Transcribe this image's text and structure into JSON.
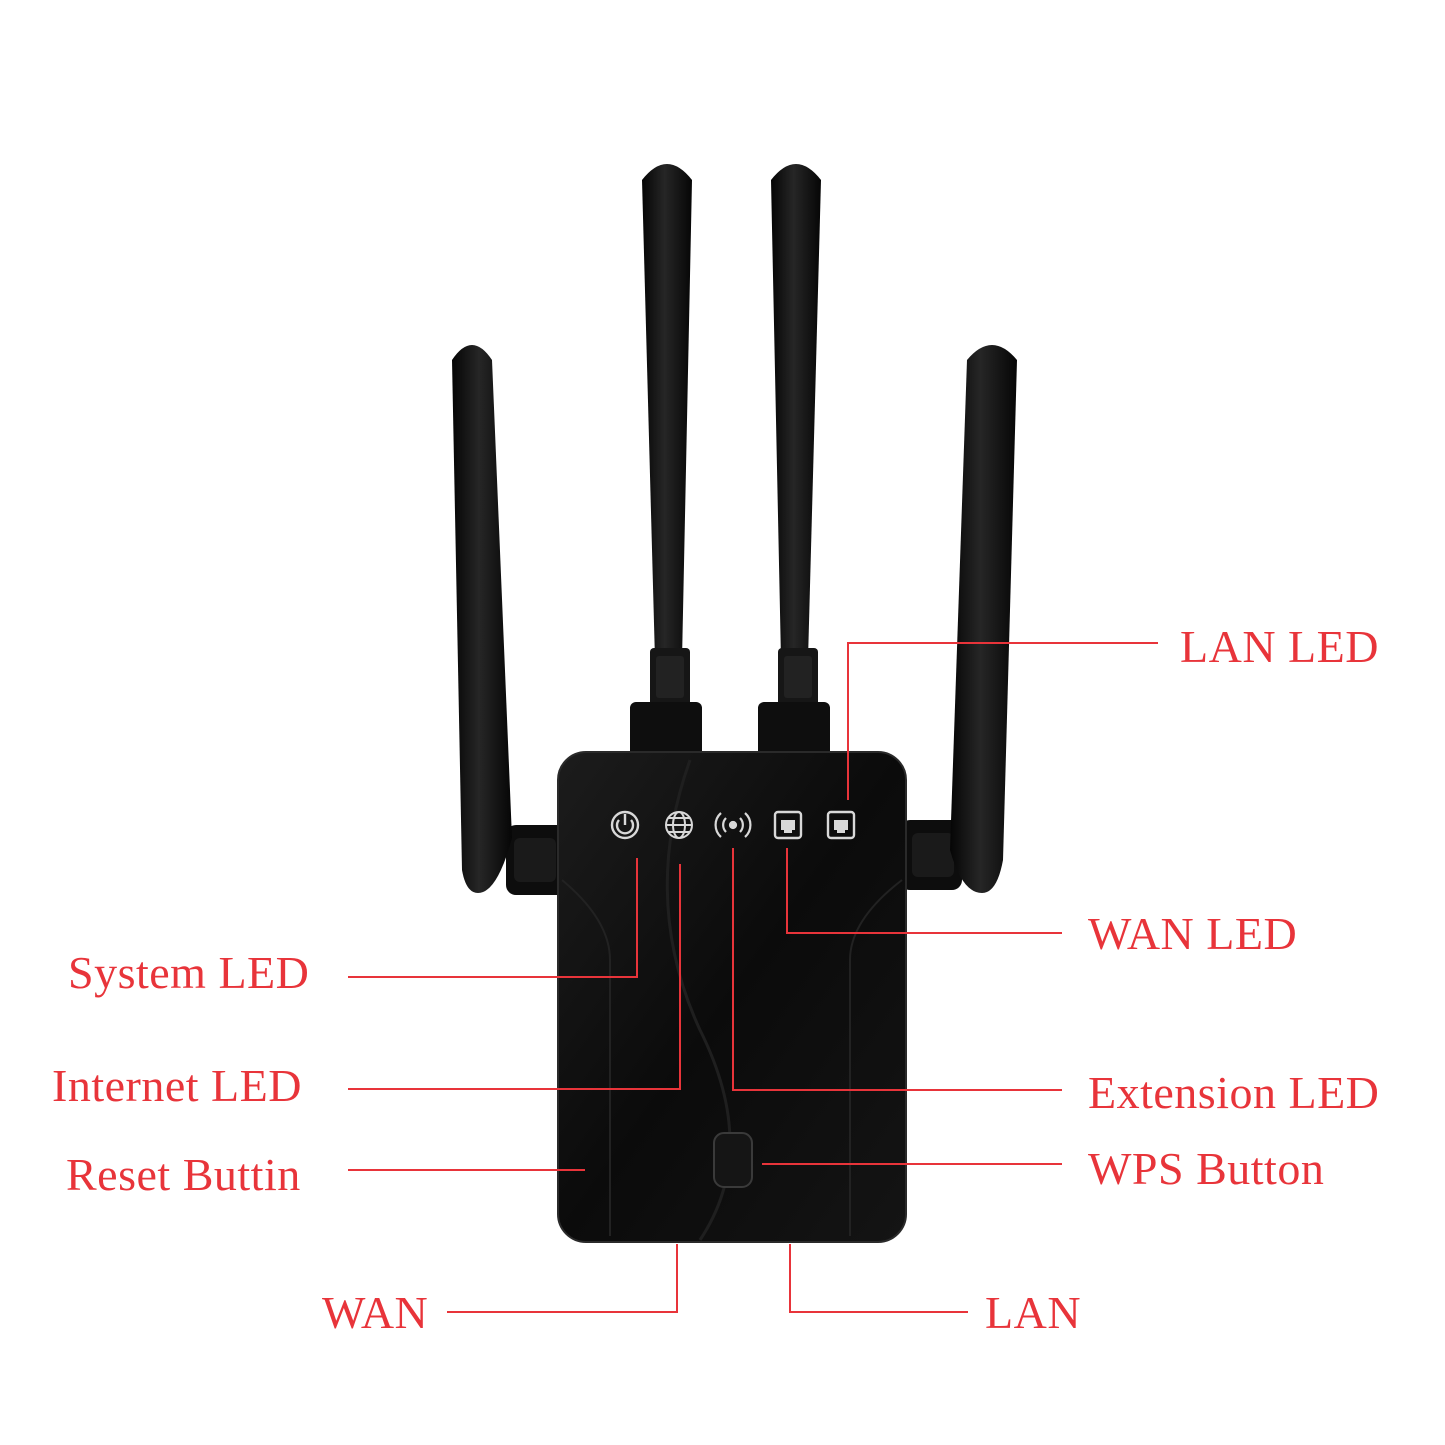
{
  "colors": {
    "background": "#ffffff",
    "callout": "#e8343a",
    "device_body": "#0c0c0c",
    "device_edge": "#2a2a2a"
  },
  "device": {
    "antenna_count": 4,
    "indicators": [
      {
        "icon": "power-icon"
      },
      {
        "icon": "globe-icon"
      },
      {
        "icon": "wireless-signal-icon"
      },
      {
        "icon": "ethernet-port-icon"
      },
      {
        "icon": "ethernet-port-icon"
      }
    ]
  },
  "callouts": {
    "lan_led": "LAN LED",
    "wan_led": "WAN LED",
    "system_led": "System LED",
    "internet_led": "Internet LED",
    "extension_led": "Extension LED",
    "reset_button": "Reset Buttin",
    "wps_button": "WPS Button",
    "wan_port": "WAN",
    "lan_port": "LAN"
  }
}
